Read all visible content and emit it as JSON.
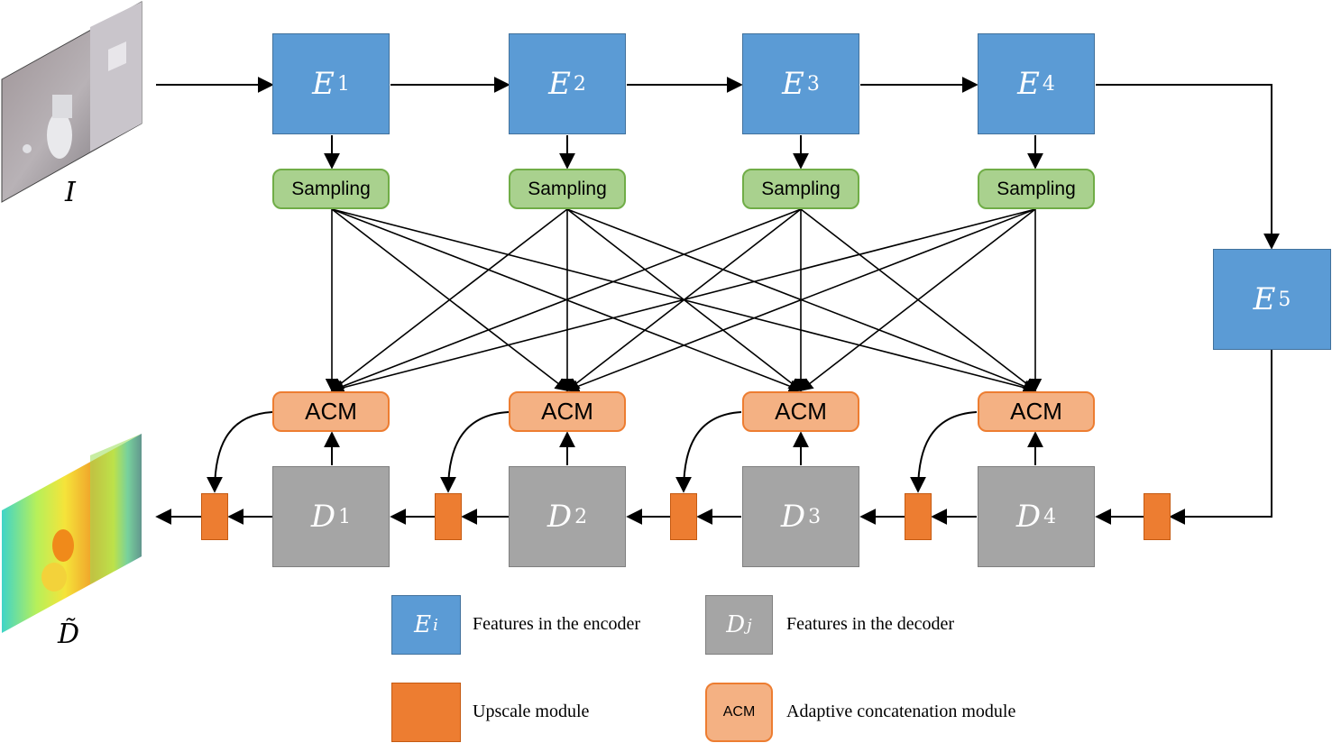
{
  "encoder": {
    "symbol": "E",
    "blocks": [
      {
        "sub": "1"
      },
      {
        "sub": "2"
      },
      {
        "sub": "3"
      },
      {
        "sub": "4"
      },
      {
        "sub": "5"
      }
    ]
  },
  "decoder": {
    "symbol": "D",
    "blocks": [
      {
        "sub": "1"
      },
      {
        "sub": "2"
      },
      {
        "sub": "3"
      },
      {
        "sub": "4"
      }
    ]
  },
  "sampling_label": "Sampling",
  "acm_label": "ACM",
  "input_label": "I",
  "output_label": "D̃",
  "legend": {
    "encoder_symbol": "E",
    "encoder_sub": "i",
    "encoder_text": "Features in the encoder",
    "decoder_symbol": "D",
    "decoder_sub": "j",
    "decoder_text": "Features in the decoder",
    "upscale_text": "Upscale module",
    "acm_symbol": "ACM",
    "acm_text": "Adaptive concatenation module"
  },
  "colors": {
    "encoder": "#5b9bd5",
    "decoder": "#a5a5a5",
    "sampling": "#a9d18e",
    "acm": "#f4b183",
    "upscale": "#ed7d31"
  }
}
